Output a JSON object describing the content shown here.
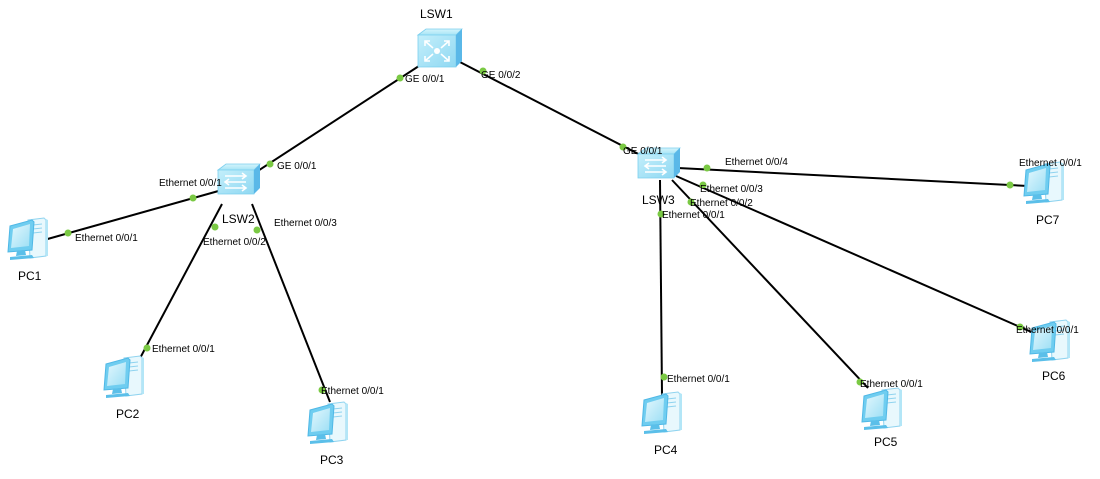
{
  "diagram": {
    "type": "network-topology",
    "colors": {
      "link": "#000000",
      "port_dot": "#7ac943",
      "device_body": "#9fe3f5",
      "device_side": "#5ab8e8"
    },
    "devices": [
      {
        "id": "LSW1",
        "label": "LSW1",
        "kind": "core-switch"
      },
      {
        "id": "LSW2",
        "label": "LSW2",
        "kind": "switch"
      },
      {
        "id": "LSW3",
        "label": "LSW3",
        "kind": "switch"
      },
      {
        "id": "PC1",
        "label": "PC1",
        "kind": "pc"
      },
      {
        "id": "PC2",
        "label": "PC2",
        "kind": "pc"
      },
      {
        "id": "PC3",
        "label": "PC3",
        "kind": "pc"
      },
      {
        "id": "PC4",
        "label": "PC4",
        "kind": "pc"
      },
      {
        "id": "PC5",
        "label": "PC5",
        "kind": "pc"
      },
      {
        "id": "PC6",
        "label": "PC6",
        "kind": "pc"
      },
      {
        "id": "PC7",
        "label": "PC7",
        "kind": "pc"
      }
    ],
    "links": [
      {
        "a": "LSW1",
        "a_port": "GE 0/0/1",
        "b": "LSW2",
        "b_port": "GE 0/0/1"
      },
      {
        "a": "LSW1",
        "a_port": "GE 0/0/2",
        "b": "LSW3",
        "b_port": "GE 0/0/1"
      },
      {
        "a": "LSW2",
        "a_port": "Ethernet 0/0/1",
        "b": "PC1",
        "b_port": "Ethernet 0/0/1"
      },
      {
        "a": "LSW2",
        "a_port": "Ethernet 0/0/2",
        "b": "PC2",
        "b_port": "Ethernet 0/0/1"
      },
      {
        "a": "LSW2",
        "a_port": "Ethernet 0/0/3",
        "b": "PC3",
        "b_port": "Ethernet 0/0/1"
      },
      {
        "a": "LSW3",
        "a_port": "Ethernet 0/0/1",
        "b": "PC4",
        "b_port": "Ethernet 0/0/1"
      },
      {
        "a": "LSW3",
        "a_port": "Ethernet 0/0/2",
        "b": "PC5",
        "b_port": "Ethernet 0/0/1"
      },
      {
        "a": "LSW3",
        "a_port": "Ethernet 0/0/3",
        "b": "PC6",
        "b_port": "Ethernet 0/0/1"
      },
      {
        "a": "LSW3",
        "a_port": "Ethernet 0/0/4",
        "b": "PC7",
        "b_port": "Ethernet 0/0/1"
      }
    ]
  }
}
